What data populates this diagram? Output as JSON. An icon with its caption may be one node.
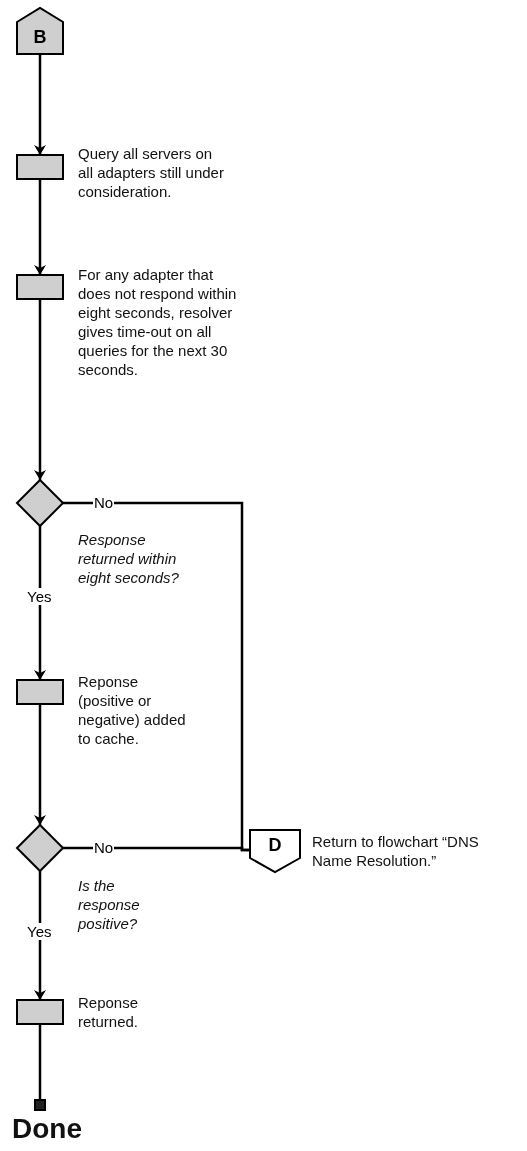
{
  "diagram": {
    "nodes": [
      {
        "text": [
          "B"
        ]
      },
      {
        "text": [],
        "shape": "box",
        "beside": [
          "Query all servers on all adapters still under consideration."
        ]
      },
      {
        "text": [],
        "shape": "box",
        "beside": [
          "For any adapter that does not respond within eight seconds, resolver gives time-out on all queries for the next 30 seconds."
        ]
      },
      {
        "text": [],
        "shape": "diamond",
        "beside": [
          "Response returned within eight seconds?"
        ]
      },
      {
        "text": [],
        "shape": "box",
        "beside": [
          "Reponse (positive or negative) added to cache."
        ]
      },
      {
        "text": [],
        "shape": "diamond",
        "beside": [
          "Is the response positive?"
        ]
      },
      {
        "text": [],
        "shape": "box",
        "beside": [
          "Reponse returned."
        ]
      },
      {
        "text": [],
        "shape": "box",
        "beside": [
          "Done"
        ]
      },
      {
        "text": [
          "D"
        ],
        "beside": [
          "Return to flowchart “DNS Name Resolution.”"
        ]
      }
    ],
    "edges": [
      {
        "from": 0,
        "to": 1,
        "arrow": "to"
      },
      {
        "from": 1,
        "to": 2,
        "arrow": "to"
      },
      {
        "from": 2,
        "to": 3,
        "arrow": "to"
      },
      {
        "from": 3,
        "to": 4,
        "label": "Yes",
        "arrow": "to"
      },
      {
        "from": 3,
        "to": 8,
        "label": "No",
        "arrow": "none"
      },
      {
        "from": 4,
        "to": 5,
        "arrow": "to"
      },
      {
        "from": 5,
        "to": 6,
        "label": "Yes",
        "arrow": "to"
      },
      {
        "from": 5,
        "to": 8,
        "label": "No",
        "arrow": "none"
      },
      {
        "from": 6,
        "to": 7,
        "arrow": "none"
      }
    ]
  }
}
